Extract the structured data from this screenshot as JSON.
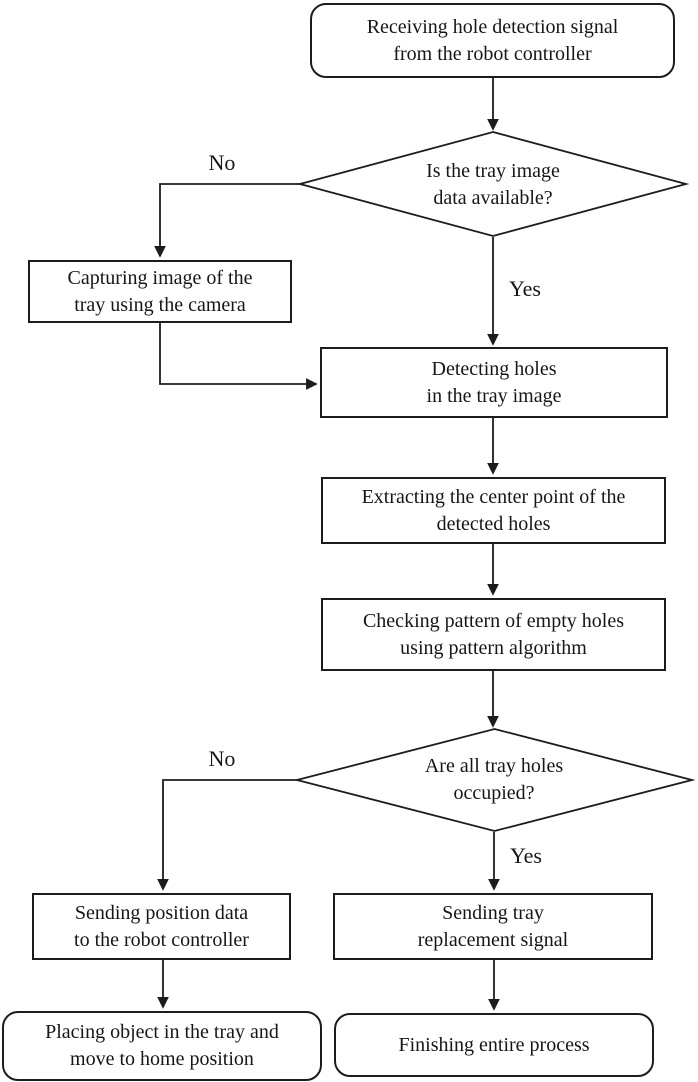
{
  "flowchart": {
    "nodes": {
      "start": {
        "type": "terminator",
        "line1": "Receiving hole detection signal",
        "line2": "from the robot controller"
      },
      "tray_image_decision": {
        "type": "decision",
        "line1": "Is the tray image",
        "line2": "data available?"
      },
      "capture_image": {
        "type": "process",
        "line1": "Capturing image of the",
        "line2": "tray using the camera"
      },
      "detect_holes": {
        "type": "process",
        "line1": "Detecting holes",
        "line2": "in the tray image"
      },
      "extract_center": {
        "type": "process",
        "line1": "Extracting the center point of the",
        "line2": "detected holes"
      },
      "check_pattern": {
        "type": "process",
        "line1": "Checking pattern of empty holes",
        "line2": "using pattern algorithm"
      },
      "occupied_decision": {
        "type": "decision",
        "line1": "Are all tray holes",
        "line2": "occupied?"
      },
      "send_position": {
        "type": "process",
        "line1": "Sending position data",
        "line2": "to the robot controller"
      },
      "send_replacement": {
        "type": "process",
        "line1": "Sending tray",
        "line2": "replacement signal"
      },
      "place_object": {
        "type": "terminator",
        "line1": "Placing object in the tray and",
        "line2": "move to home position"
      },
      "finish": {
        "type": "terminator",
        "line1": "Finishing entire process"
      }
    },
    "edge_labels": {
      "tray_image_no": "No",
      "tray_image_yes": "Yes",
      "occupied_no": "No",
      "occupied_yes": "Yes"
    },
    "colors": {
      "line": "#1c1c1c",
      "node_fill": "#ffffff",
      "text": "#161616",
      "background": "#ffffff"
    }
  }
}
